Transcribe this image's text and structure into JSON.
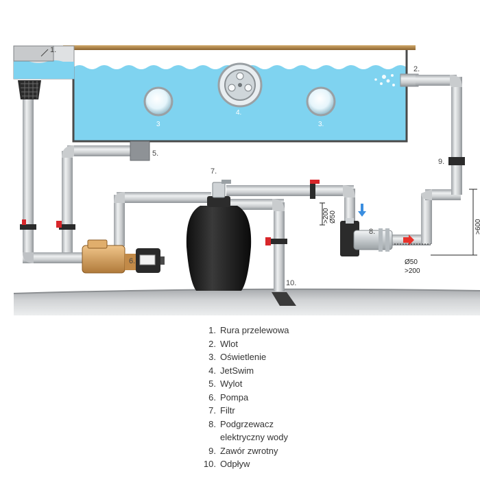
{
  "callouts": {
    "c1": "1.",
    "c2": "2.",
    "c3a": "3",
    "c3b": "3.",
    "c4": "4.",
    "c5": "5.",
    "c6": "6.",
    "c7": "7.",
    "c8": "8.",
    "c9": "9.",
    "c10": "10."
  },
  "dimensions": {
    "pipe_diameter_left": "Ø50",
    "pipe_length_left": ">200",
    "pipe_diameter_right": "Ø50",
    "pipe_length_right": ">200",
    "height": ">600"
  },
  "legend": [
    {
      "num": "1.",
      "text": "Rura przelewowa"
    },
    {
      "num": "2.",
      "text": "Wlot"
    },
    {
      "num": "3.",
      "text": "Oświetlenie"
    },
    {
      "num": "4.",
      "text": "JetSwim"
    },
    {
      "num": "5.",
      "text": "Wylot"
    },
    {
      "num": "6.",
      "text": "Pompa"
    },
    {
      "num": "7.",
      "text": "Filtr"
    },
    {
      "num": "8.",
      "text": "Podgrzewacz elektryczny wody"
    },
    {
      "num": "9.",
      "text": "Zawór zwrotny"
    },
    {
      "num": "10.",
      "text": "Odpływ"
    }
  ],
  "colors": {
    "water": "#7fd3f0",
    "pool_border": "#4a4a4a",
    "deck": "#b38a4e",
    "pipe": "#d4d6d8",
    "valve": "#d8262a",
    "ground": "#c4c6c8",
    "filter": "#1e1e1e",
    "pump": "#d9a462",
    "flow_arrow_down": "#3a8ee0",
    "flow_arrow_right": "#e8332c"
  }
}
